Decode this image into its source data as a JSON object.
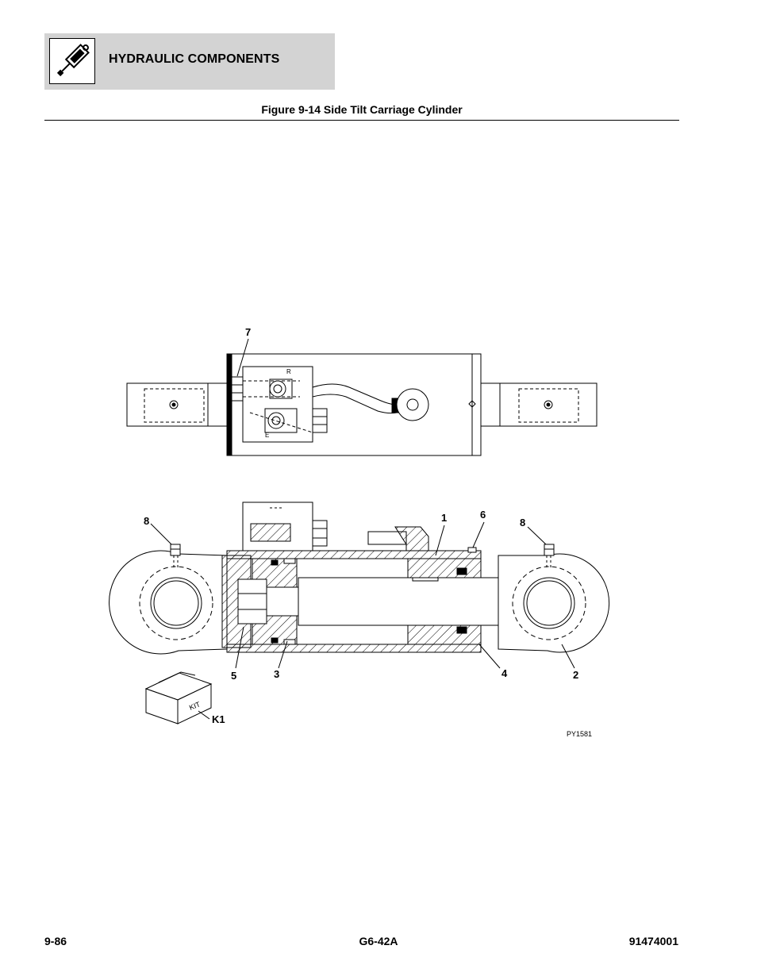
{
  "header": {
    "icon": "hydraulic-cylinder-icon",
    "title": "HYDRAULIC COMPONENTS",
    "band_color": "#d3d3d3"
  },
  "figure": {
    "title": "Figure 9-14 Side Tilt Carriage Cylinder",
    "port_labels": {
      "top": "R",
      "bottom": "E"
    },
    "callouts": {
      "c1": "1",
      "c2": "2",
      "c3": "3",
      "c4": "4",
      "c5": "5",
      "c6": "6",
      "c7": "7",
      "c8a": "8",
      "c8b": "8",
      "k1": "K1"
    },
    "kit_label": "KIT",
    "ref_code": "PY1581"
  },
  "footer": {
    "page": "9-86",
    "model": "G6-42A",
    "part_number": "91474001"
  }
}
